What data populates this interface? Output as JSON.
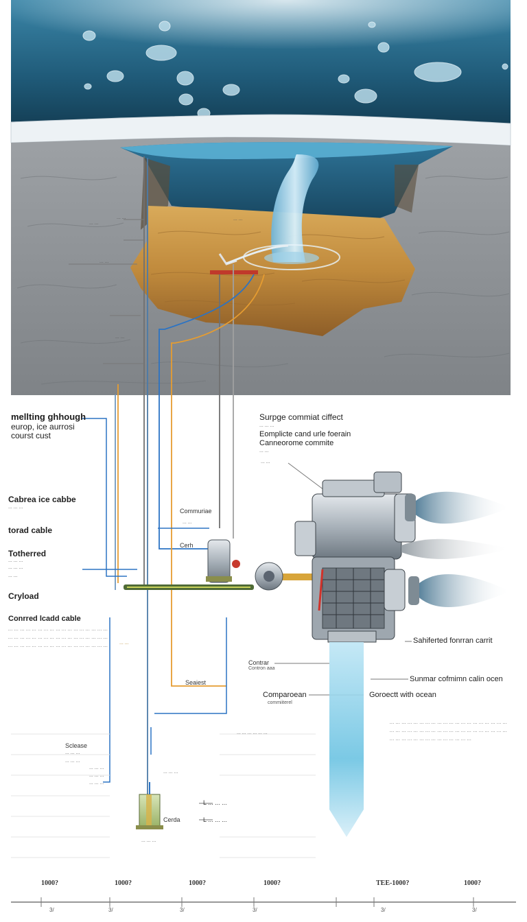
{
  "top_labels": {
    "title_lines": [
      "mellting ghhough",
      "europ, ice aurrosi",
      "courst cust"
    ],
    "upper_left_tags": [
      "... ...",
      "... ...",
      "... ...",
      "... ..."
    ],
    "core_tag": "... ..."
  },
  "left_labels": {
    "cable1": "Cabrea ice cabbe",
    "cable1_sub": "... ... ...",
    "cable2": "torad cable",
    "tethered": "Totherred",
    "tethered_sub1": "... ... ...",
    "tethered_sub2": "... ... ...",
    "tethered_sub3": "... ...",
    "payload": "Cryload",
    "control": "Conrred lcadd cable",
    "control_para": "... ... ... ... ... ... ... ... ... ... ... ... ... ... ... ... ... ... ... ... ... ... ... ... ... ... ... ... ... ... ... ... ... ... ... ... ... ... ... ... ... ... ... ... ... ... ... ... ... ... ...",
    "bottom_left_1": "Sclease",
    "bottom_left_2": "... ... ...",
    "bottom_left_3": "... ... ..."
  },
  "mid_labels": {
    "communi": "Commuriae",
    "communi_sub": "... ...",
    "cerh": "Cerh",
    "orange_tag": "... ...",
    "contro": "Contrar",
    "contro_sub": "Contron aaa",
    "seawall": "Seaiest",
    "mid_block": "... ... ... ... ... ...",
    "low_tag1": "... ... ...",
    "low_tag2": "... ... ...",
    "low_tag3": "... ... ...",
    "low_label1": "... ... ...",
    "low_label2": "Cerda",
    "low_label3": "... ... ...",
    "lead1": "L ... ... ...",
    "lead2": "L ... ... ..."
  },
  "right_labels": {
    "head1": "Surpge commiat ciffect",
    "head2": "... ... ...",
    "head3": "Eomplicte cand urle foerain",
    "head4": "Canneorome commite",
    "head5": "... ...",
    "head6": "... ...",
    "shielded": "Sahiferted fonrran carrit",
    "summary": "Sunmar cofmimn calin ocen",
    "compo": "Comparoean",
    "compo_sub": "commiiterel",
    "contact": "Goroectt with ocean",
    "para": "... ... ... ... ... ... ... ... ... ... ... ... ... ... ... ... ... ... ... ... ... ... ... ... ... ... ... ... ... ... ... ... ... ... ... ... ... ... ... ... ... ... ... ... ... ... ... ... ... ... ... ... ... ..."
  },
  "bottom_axis": {
    "ticks": [
      "1000?",
      "1000?",
      "1000?",
      "1000?",
      "TEE-1000?",
      "1000?"
    ],
    "subs": [
      "3/",
      "3/",
      "3/",
      "3/",
      "3/",
      "3/"
    ]
  },
  "colors": {
    "ocean_top": "#2e6f8e",
    "ocean_deep": "#0f3347",
    "ice": "#e9eef2",
    "rock": "#8b8f93",
    "sediment": "#c8964a",
    "water_jet": "#a5d4ea",
    "cable_blue": "#2b73c4",
    "cable_orange": "#e59c31"
  }
}
